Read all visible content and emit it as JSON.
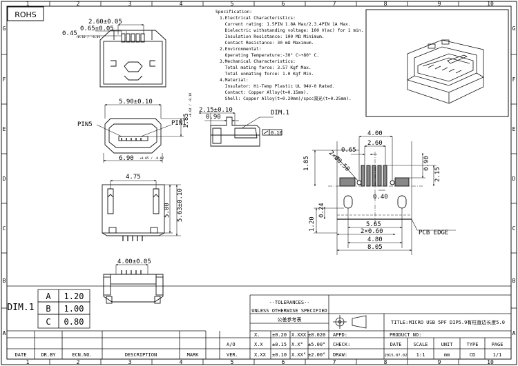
{
  "frame": {
    "col_labels": [
      "1",
      "2",
      "3",
      "4",
      "5",
      "6",
      "7",
      "8",
      "9",
      "10"
    ],
    "row_labels": [
      "G",
      "F",
      "E",
      "D",
      "C",
      "B",
      "A"
    ]
  },
  "rohs": "ROHS",
  "spec": {
    "title": "Specification:",
    "lines": [
      "1.Electrical Characteristics:",
      "  Current rating: 1.5PIN 1.8A Max/2.3.4PIN 1A Max.",
      "  Dielectric withstanding voltage: 100 V(ac) for 1 min.",
      "  Insulation Resistance: 100 MΩ Minimum.",
      "  Contact Resistance: 30 mΩ Maximum.",
      "2.Environmental:",
      "  Operating Temperature:-30° C~+80° C.",
      "3.Mechanical Characteristics:",
      "  Total mating force: 3.57 Kgf Max.",
      "  Total unmating force: 1.0 Kgf Min.",
      "4.Material:",
      "  Insulator: Hi-Temp Plastic UL 94V-0 Rated.",
      "  Contact: Copper Alloy(t=0.15mm).",
      "  Shell: Copper Alloy(t=0.20mm)/spcc双光(t=0.25mm)."
    ]
  },
  "dims": {
    "top_260": "2.60±0.05",
    "top_065": "0.65±0.05",
    "top_045": "0.45",
    "top_045_tol": "+0.10 / -0.05",
    "front_590": "5.90±0.10",
    "front_185": "1.85",
    "front_185_tol": "+0.04 / -0.10",
    "front_690": "6.90",
    "front_690_tol": "+0.05 / -0.02",
    "pin5": "PIN5",
    "pin1": "PIN1",
    "side_215": "2.15±0.10",
    "side_090": "0.90",
    "dim1": "DIM.1",
    "flatness": "0.10",
    "plan_475": "4.75",
    "plan_500": "5.00",
    "plan_563": "5.63±0.10",
    "bottom_400": "4.00±0.05",
    "pcb_400": "4.00",
    "pcb_260": "2.60",
    "pcb_065": "0.65",
    "pcb_2x050": "2×Ø0.50",
    "pcb_185": "1.85",
    "pcb_090": "0.90",
    "pcb_215": "2.15",
    "pcb_040": "0.40",
    "pcb_120": "1.20",
    "pcb_024": "0.24",
    "pcb_565": "5.65",
    "pcb_2x060": "2×0.60",
    "pcb_480": "4.80",
    "pcb_805": "8.05",
    "pcb_edge": "PCB EDGE"
  },
  "dim_table": {
    "label": "DIM.1",
    "rows": [
      {
        "key": "A",
        "value": "1.20"
      },
      {
        "key": "B",
        "value": "1.00"
      },
      {
        "key": "C",
        "value": "0.80"
      }
    ]
  },
  "tolerances": {
    "header": "--TOLERANCES--",
    "sub": "UNLESS OTHERWISE SPECIFIED",
    "ref": "公差参考表",
    "rows": [
      {
        "a": "X.",
        "b": "±0.20",
        "c": "X.XXX",
        "d": "±0.020"
      },
      {
        "a": "X.X",
        "b": "±0.15",
        "c": "X.X°",
        "d": "±5.00°"
      },
      {
        "a": "X.XX",
        "b": "±0.10",
        "c": "X.XX°",
        "d": "±2.00°"
      }
    ],
    "av": "A/O",
    "ver": "VER."
  },
  "title_block": {
    "title_label": "TITLE:",
    "title_value": "MICRO USB 5PF DIP5.9有柱直边长度5.0",
    "appd": "APPD:",
    "product_no": "PRODUCT NO:",
    "check": "CHECK:",
    "draw": "DRAW:",
    "cols": [
      "DATE",
      "SCALE",
      "UNIT",
      "TYPE",
      "PAGE"
    ],
    "vals": [
      "2015.07.02",
      "1:1",
      "mm",
      "CD",
      "1/1"
    ]
  },
  "rev_headers": [
    "DATE",
    "DR.BY",
    "ECN.NO.",
    "DESCRIPTION",
    "MARK"
  ]
}
